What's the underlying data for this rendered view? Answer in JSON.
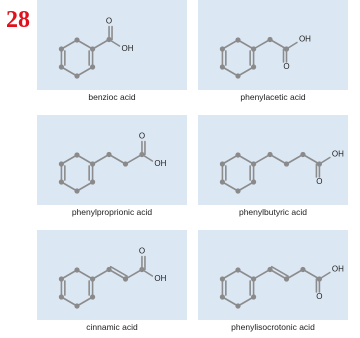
{
  "figure_number": "28",
  "molecules": [
    {
      "name": "benzioc acid",
      "chain": 0,
      "trans_double": false,
      "acid_up": true
    },
    {
      "name": "phenylacetic acid",
      "chain": 1,
      "trans_double": false,
      "acid_up": false
    },
    {
      "name": "phenylproprionic acid",
      "chain": 2,
      "trans_double": false,
      "acid_up": true
    },
    {
      "name": "phenylbutyric acid",
      "chain": 3,
      "trans_double": false,
      "acid_up": false
    },
    {
      "name": "cinnamic acid",
      "chain": 2,
      "trans_double": true,
      "acid_up": true
    },
    {
      "name": "phenylisocrotonic acid",
      "chain": 3,
      "trans_double": true,
      "acid_up": false
    }
  ],
  "labels": {
    "oxygen": "O",
    "hydroxyl": "OH"
  },
  "colors": {
    "figure_number": "#e0101c",
    "panel_bg": "#dce7f4",
    "atom": "#8a8a8a",
    "bond": "#8c8c8c"
  }
}
